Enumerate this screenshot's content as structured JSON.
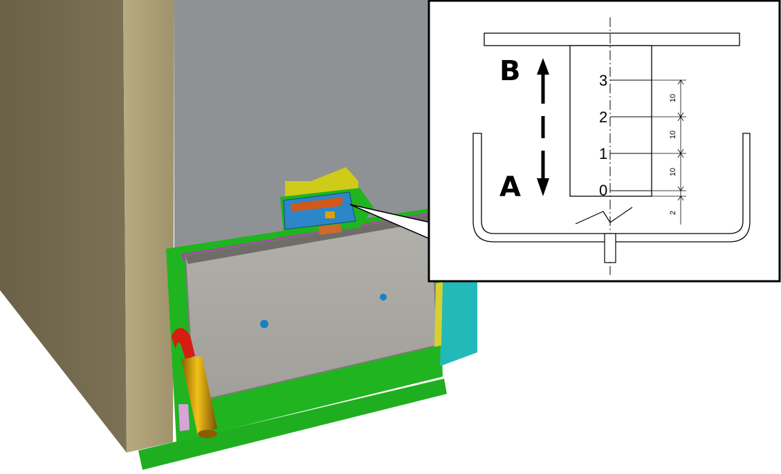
{
  "inset": {
    "direction_labels": {
      "upper": "B",
      "lower": "A"
    },
    "scale_marks": [
      "3",
      "2",
      "1",
      "0"
    ],
    "dimensions": [
      "10",
      "10",
      "10",
      "2"
    ]
  },
  "colors": {
    "cabinet_side": "#9a8e6c",
    "cabinet_back": "#8f9294",
    "drawer_front": "#a7a59f",
    "bracket_green": "#1fb51f",
    "sensor_blue": "#2c86c8",
    "pipe_gold": "#d9a10a",
    "hinge_red": "#d51d10",
    "panel_cyan": "#23b9b9"
  }
}
